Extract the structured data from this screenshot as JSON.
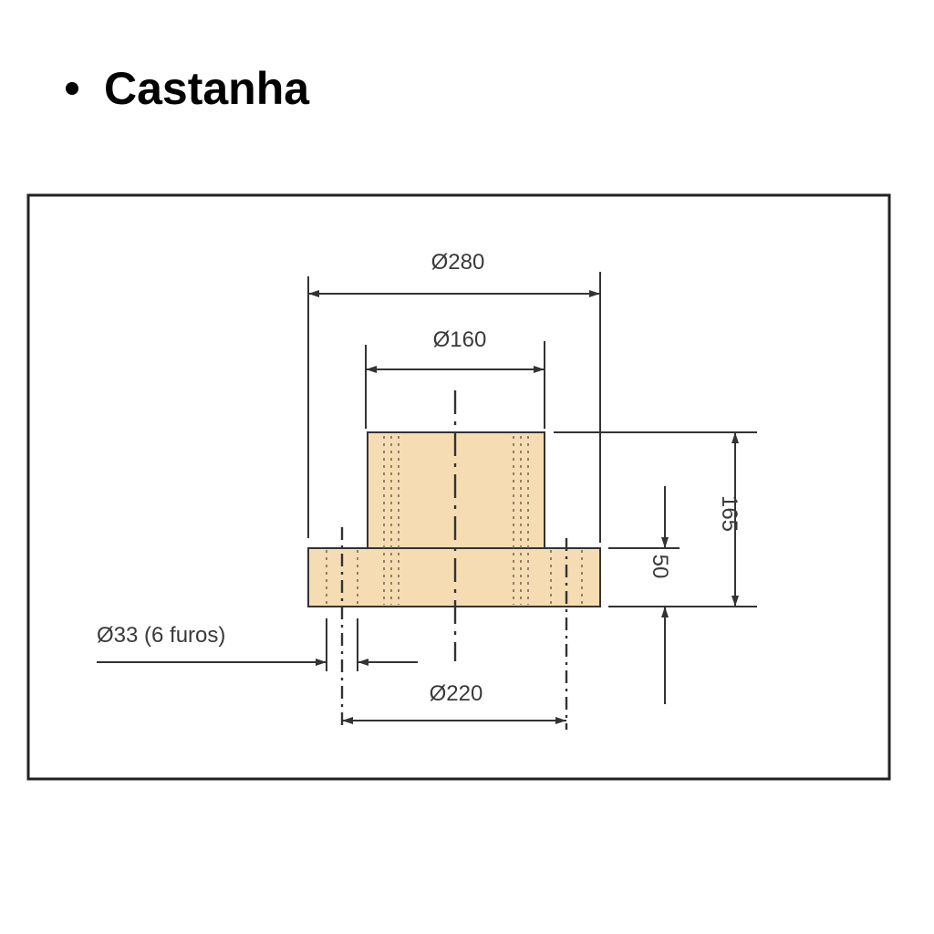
{
  "heading": {
    "title": "Castanha"
  },
  "drawing": {
    "part_fill": "#f6dcb2",
    "line_color": "#222222",
    "dimensions": {
      "overall_diameter": "Ø280",
      "top_diameter": "Ø160",
      "bolt_circle_diameter": "Ø220",
      "hole_note": "Ø33 (6 furos)",
      "total_height": "165",
      "flange_height": "50"
    }
  }
}
